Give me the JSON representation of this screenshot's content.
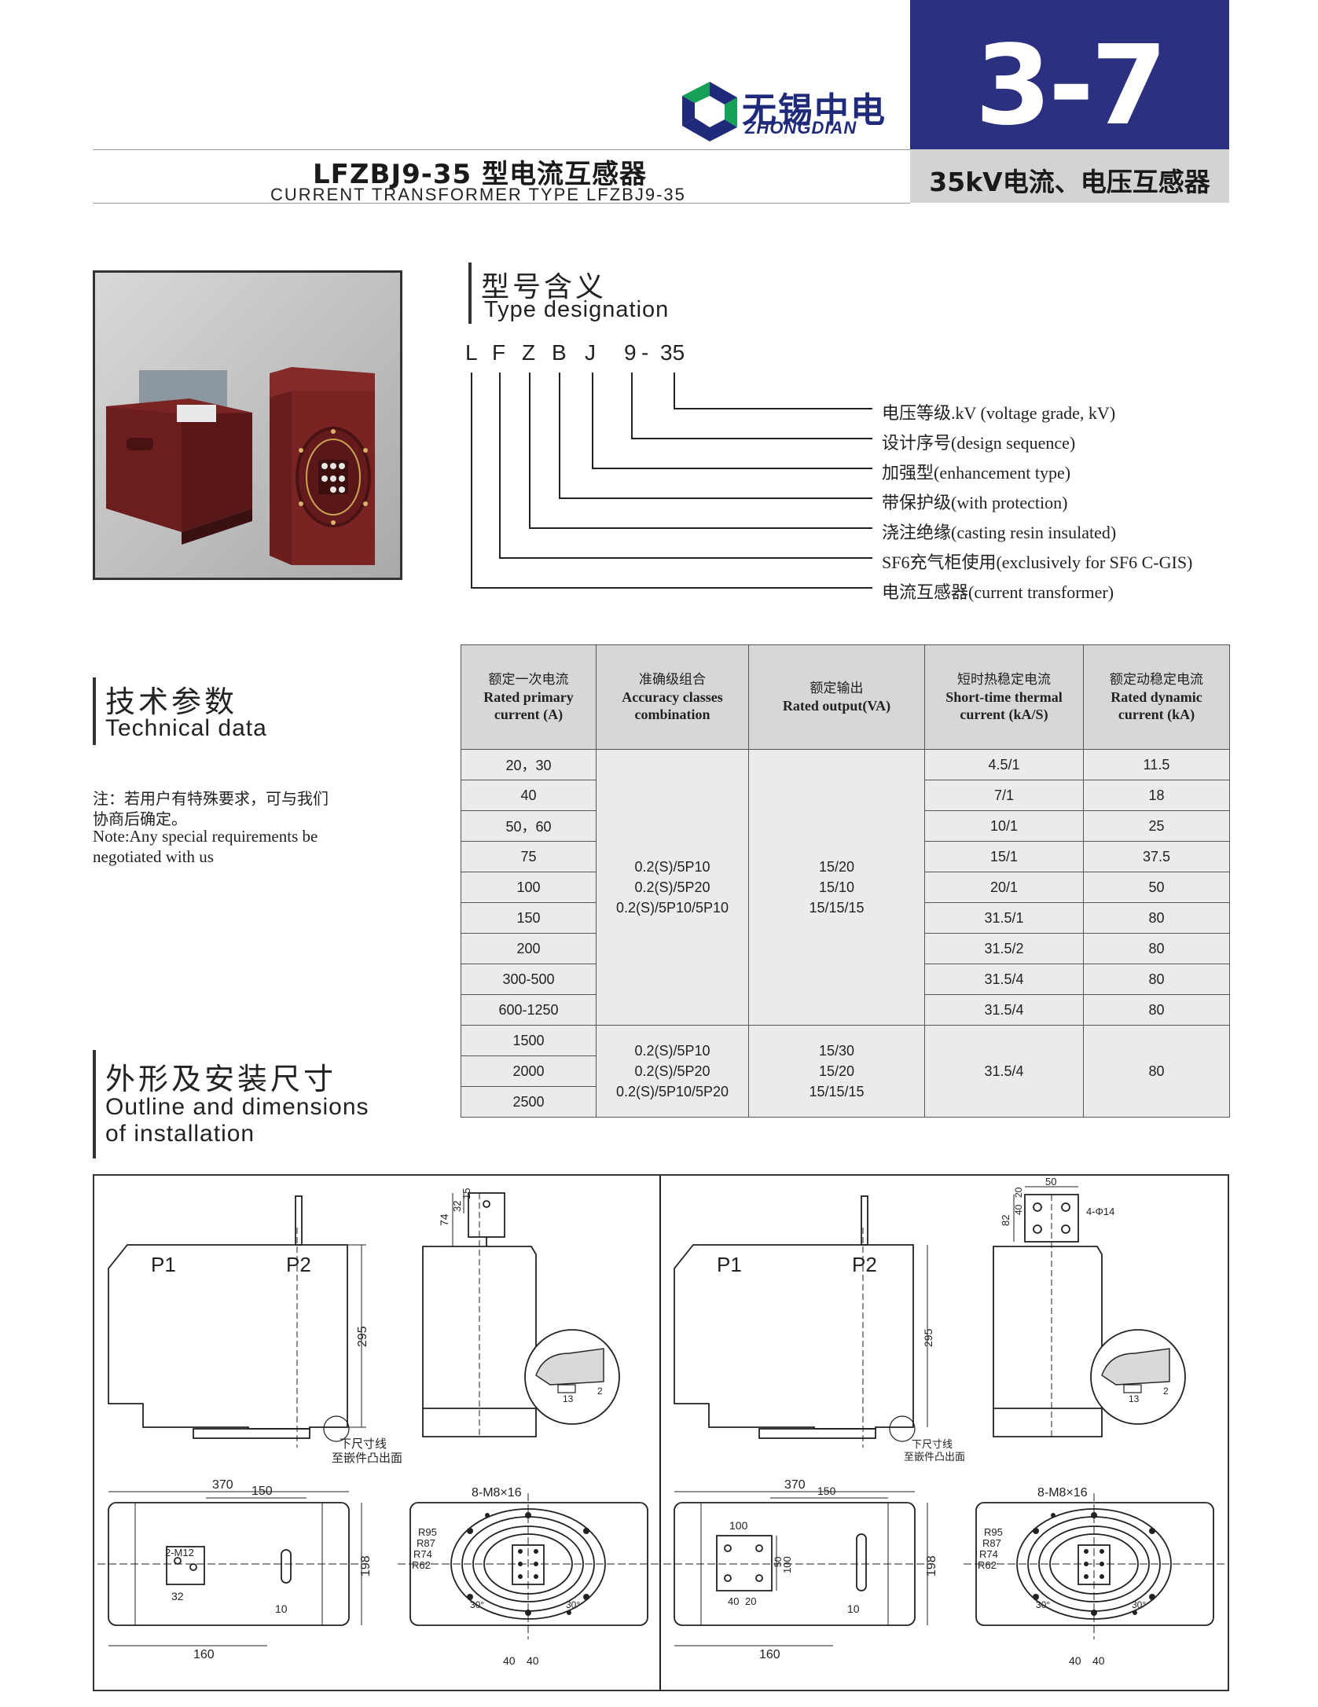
{
  "header": {
    "logo_cn": "无锡中电",
    "logo_en": "ZHONGDIAN",
    "title_cn": "LFZBJ9-35 型电流互感器",
    "title_en": "CURRENT TRANSFORMER TYPE LFZBJ9-35",
    "page_number": "3-7",
    "category": "35kV电流、电压互感器"
  },
  "type_designation": {
    "heading_cn": "型号含义",
    "heading_en": "Type designation",
    "code_letters": [
      "L",
      "F",
      "Z",
      "B",
      "J",
      "9",
      "-",
      "35"
    ],
    "descriptions": [
      "电压等级.kV (voltage grade, kV)",
      "设计序号(design sequence)",
      "加强型(enhancement type)",
      "带保护级(with protection)",
      "浇注绝缘(casting resin insulated)",
      "SF6充气柜使用(exclusively for SF6 C-GIS)",
      "电流互感器(current transformer)"
    ]
  },
  "technical_data": {
    "heading_cn": "技术参数",
    "heading_en": "Technical data",
    "note_cn_1": "注：若用户有特殊要求，可与我们",
    "note_cn_2": "协商后确定。",
    "note_en_1": "Note:Any special requirements be",
    "note_en_2": "negotiated with us",
    "columns": [
      {
        "cn": "额定一次电流",
        "en1": "Rated primary",
        "en2": "current (A)"
      },
      {
        "cn": "准确级组合",
        "en1": "Accuracy classes",
        "en2": "combination"
      },
      {
        "cn": "额定输出",
        "en1": "Rated output(VA)",
        "en2": ""
      },
      {
        "cn": "短时热稳定电流",
        "en1": "Short-time thermal",
        "en2": "current (kA/S)"
      },
      {
        "cn": "额定动稳定电流",
        "en1": "Rated dynamic",
        "en2": "current (kA)"
      }
    ],
    "rows": [
      {
        "current": "20，30",
        "thermal": "4.5/1",
        "dynamic": "11.5"
      },
      {
        "current": "40",
        "thermal": "7/1",
        "dynamic": "18"
      },
      {
        "current": "50，60",
        "thermal": "10/1",
        "dynamic": "25"
      },
      {
        "current": "75",
        "thermal": "15/1",
        "dynamic": "37.5"
      },
      {
        "current": "100",
        "thermal": "20/1",
        "dynamic": "50"
      },
      {
        "current": "150",
        "thermal": "31.5/1",
        "dynamic": "80"
      },
      {
        "current": "200",
        "thermal": "31.5/2",
        "dynamic": "80"
      },
      {
        "current": "300-500",
        "thermal": "31.5/4",
        "dynamic": "80"
      },
      {
        "current": "600-1250",
        "thermal": "31.5/4",
        "dynamic": "80"
      },
      {
        "current": "1500",
        "thermal": "",
        "dynamic": ""
      },
      {
        "current": "2000",
        "thermal": "",
        "dynamic": ""
      },
      {
        "current": "2500",
        "thermal": "",
        "dynamic": ""
      }
    ],
    "group1": {
      "accuracy": [
        "0.2(S)/5P10",
        "0.2(S)/5P20",
        "0.2(S)/5P10/5P10"
      ],
      "output": [
        "15/20",
        "15/10",
        "15/15/15"
      ]
    },
    "group2": {
      "accuracy": [
        "0.2(S)/5P10",
        "0.2(S)/5P20",
        "0.2(S)/5P10/5P20"
      ],
      "output": [
        "15/30",
        "15/20",
        "15/15/15"
      ],
      "thermal": "31.5/4",
      "dynamic": "80"
    }
  },
  "outline": {
    "heading_cn": "外形及安装尺寸",
    "heading_en_1": "Outline and dimensions",
    "heading_en_2": "of installation",
    "labels": {
      "p1": "P1",
      "p2": "P2",
      "h295": "295",
      "d74": "74",
      "d32": "32",
      "d15": "15",
      "d50": "50",
      "d82": "82",
      "d40": "40",
      "d20": "20",
      "holes": "4-Φ14",
      "d13": "13",
      "d2": "2",
      "note1": "下尺寸线",
      "note2": "至嵌件凸出面",
      "d370": "370",
      "d150": "150",
      "d198": "198",
      "d160": "160",
      "d10": "10",
      "m12": "2-M12",
      "d32b": "32",
      "d100": "100",
      "m8": "8-M8×16",
      "r95": "R95",
      "r87": "R87",
      "r74": "R74",
      "r62": "R62",
      "a30": "30°"
    }
  }
}
